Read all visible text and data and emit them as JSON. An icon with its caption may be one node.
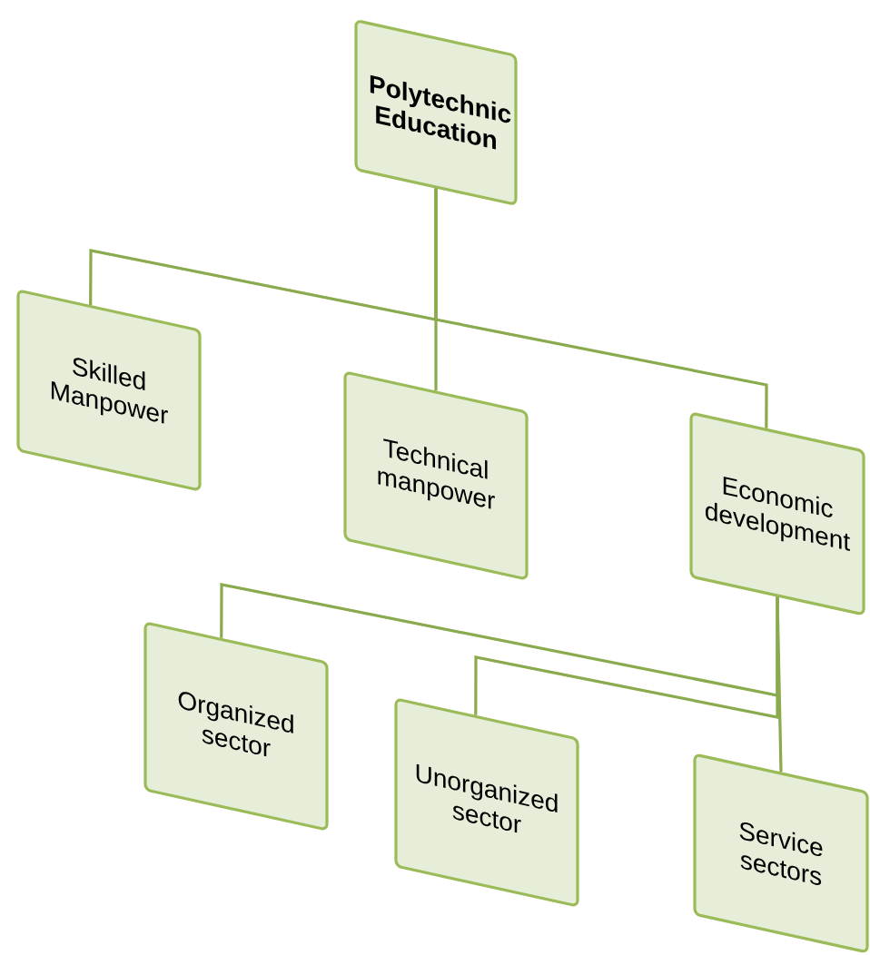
{
  "diagram": {
    "nodes": [
      {
        "text": [
          "Polytechnic Education"
        ]
      },
      {
        "text": [
          "Skilled Manpower"
        ]
      },
      {
        "text": [
          "Technical manpower"
        ]
      },
      {
        "text": [
          "Economic development"
        ]
      },
      {
        "text": [
          "Organized sector"
        ]
      },
      {
        "text": [
          "Unorganized sector"
        ]
      },
      {
        "text": [
          "Service sectors"
        ]
      }
    ],
    "edges": [
      {
        "from": 0,
        "to": 1,
        "arrow": "none"
      },
      {
        "from": 0,
        "to": 2,
        "arrow": "none"
      },
      {
        "from": 0,
        "to": 3,
        "arrow": "none"
      },
      {
        "from": 3,
        "to": 4,
        "arrow": "none"
      },
      {
        "from": 3,
        "to": 5,
        "arrow": "none"
      },
      {
        "from": 3,
        "to": 6,
        "arrow": "none"
      }
    ]
  }
}
